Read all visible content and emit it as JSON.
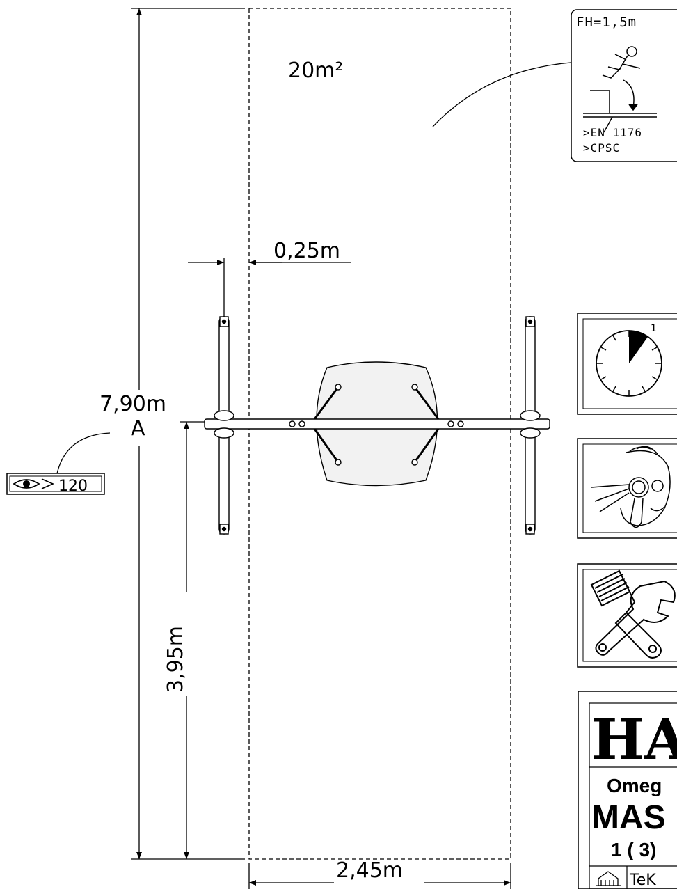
{
  "drawing": {
    "area_label": "20m²",
    "dim_total_length": "7,90m",
    "dim_half_length": "3,95m",
    "dim_width": "2,45m",
    "dim_offset": "0,25m",
    "section_marker": "A",
    "view_height": "120"
  },
  "fall_height_box": {
    "fall_height": "FH=1,5m",
    "standard_1": ">EN 1176",
    "standard_2": ">CPSC"
  },
  "time_icon": {
    "number": "1"
  },
  "title_block": {
    "brand": "HA",
    "product_name": "Omeg",
    "product_code": "MAS",
    "sheet": "1 ( 3)",
    "footer_code": "TeK"
  },
  "colors": {
    "line": "#000000",
    "background": "#ffffff",
    "seat_fill": "#f2f2f2"
  }
}
